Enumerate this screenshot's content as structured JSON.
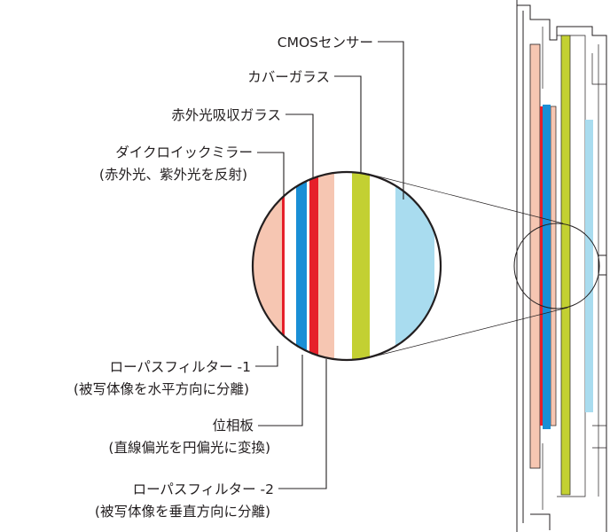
{
  "labels": {
    "cmos_sensor": "CMOSセンサー",
    "cover_glass": "カバーガラス",
    "ir_absorbing_glass": "赤外光吸収ガラス",
    "dichroic_mirror": "ダイクロイックミラー",
    "dichroic_mirror_note": "(赤外光、紫外光を反射)",
    "lowpass_filter_1": "ローパスフィルター -1",
    "lowpass_filter_1_note": "(被写体像を水平方向に分離)",
    "phase_plate": "位相板",
    "phase_plate_note": "(直線偏光を円偏光に変換)",
    "lowpass_filter_2": "ローパスフィルター -2",
    "lowpass_filter_2_note": "(被写体像を垂直方向に分離)"
  },
  "colors": {
    "lowpass_filter": "#f6c6b2",
    "dichroic_mirror": "#e6202a",
    "ir_absorbing_glass": "#1a8fd6",
    "cover_glass": "#c3d032",
    "cmos_sensor": "#a9dcef",
    "line": "#231f20"
  }
}
